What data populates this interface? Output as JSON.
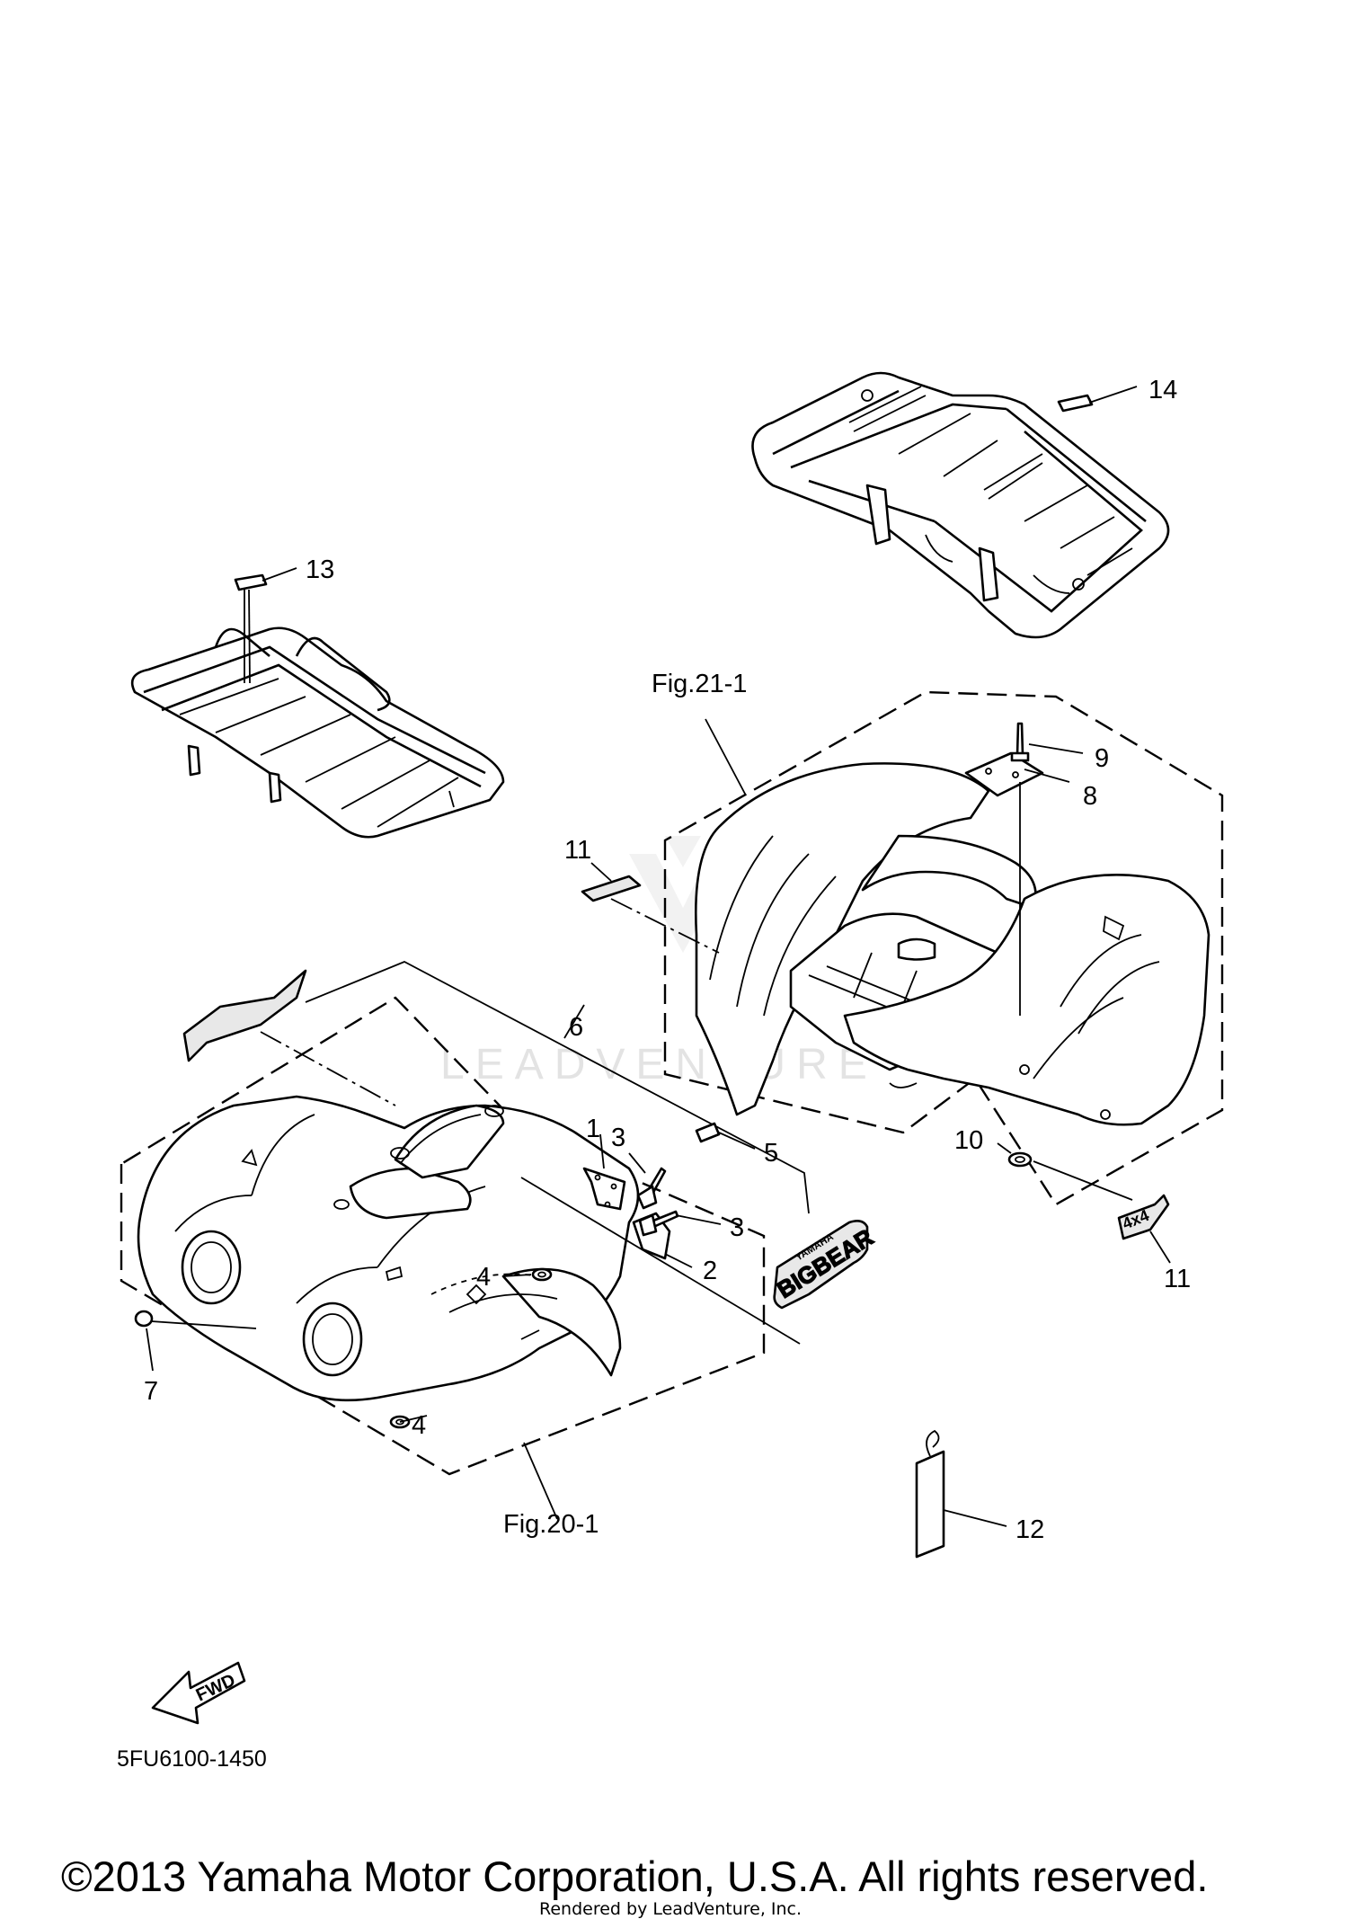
{
  "diagram": {
    "callouts": {
      "c1": "1",
      "c2": "2",
      "c3a": "3",
      "c3b": "3",
      "c4a": "4",
      "c4b": "4",
      "c5": "5",
      "c6": "6",
      "c7": "7",
      "c8": "8",
      "c9": "9",
      "c10": "10",
      "c11a": "11",
      "c11b": "11",
      "c12": "12",
      "c13": "13",
      "c14": "14"
    },
    "figure_refs": {
      "rear": "Fig.21-1",
      "front": "Fig.20-1"
    },
    "fwd_label": "FWD",
    "diagram_code": "5FU6100-1450",
    "copyright": "©2013 Yamaha Motor Corporation, U.S.A. All rights reserved.",
    "watermark": "LEADVENTURE",
    "rendered_by": "Rendered by LeadVenture, Inc."
  }
}
